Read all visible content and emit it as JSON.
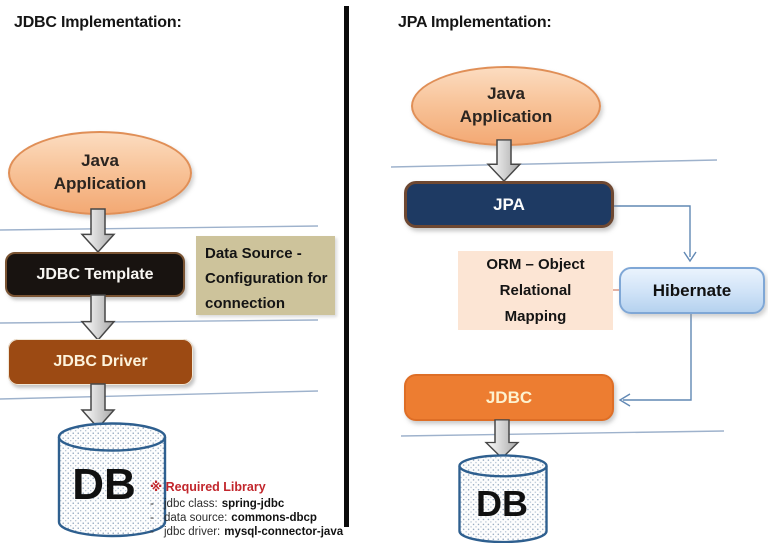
{
  "left_panel": {
    "title": "JDBC Implementation:",
    "java_app_label": "Java Application",
    "jdbc_template_label": "JDBC Template",
    "data_source_note": "Data Source - Configuration for connection",
    "jdbc_driver_label": "JDBC Driver",
    "db_label": "DB",
    "required_library": {
      "title": "※ Required Library",
      "items": [
        {
          "label": "jdbc class:",
          "value": "spring-jdbc"
        },
        {
          "label": "data source:",
          "value": "commons-dbcp"
        },
        {
          "label": "jdbc driver:",
          "value": "mysql-connector-java"
        }
      ]
    }
  },
  "right_panel": {
    "title": "JPA Implementation:",
    "java_app_label": "Java Application",
    "jpa_label": "JPA",
    "orm_note": "ORM – Object Relational Mapping",
    "hibernate_label": "Hibernate",
    "jdbc_label": "JDBC",
    "db_label": "DB"
  },
  "colors": {
    "app_ellipse_orange": "#f3a974",
    "jdbc_template_black": "#181310",
    "jdbc_driver_brown": "#9c4a13",
    "jpa_navy": "#1e3a63",
    "jdbc_orange": "#ed7d31",
    "hibernate_blue": "#cfe2f7",
    "olive_note": "#cdc39b",
    "peach_note": "#fce5d4",
    "required_red": "#c2262c",
    "thin_line_blue": "#9eb2cc",
    "connector_blue": "#6188b4",
    "divider_black": "#0b0b0b"
  }
}
